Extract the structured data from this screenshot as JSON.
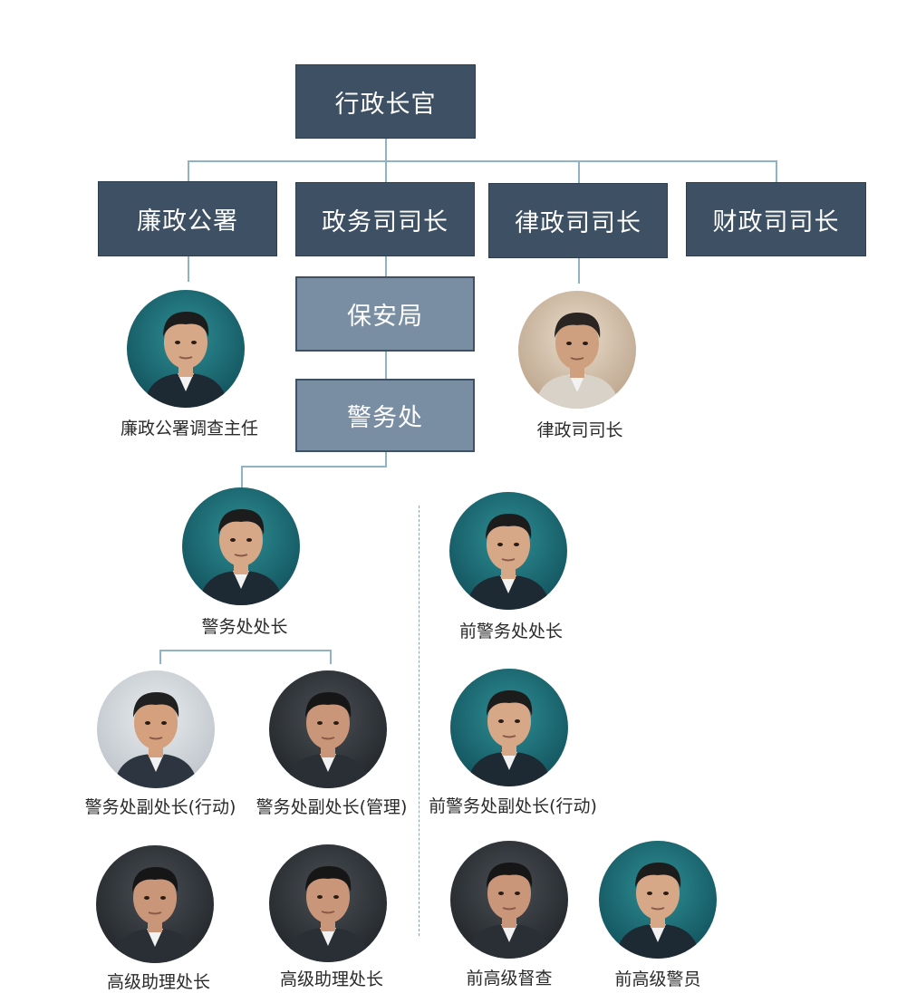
{
  "diagram": {
    "root": {
      "label": "行政长官"
    },
    "level1": [
      {
        "label": "廉政公署"
      },
      {
        "label": "政务司司长"
      },
      {
        "label": "律政司司长"
      },
      {
        "label": "财政司司长"
      }
    ],
    "bureau": {
      "label": "保安局"
    },
    "police": {
      "label": "警务处"
    },
    "people": [
      {
        "caption": "廉政公署调查主任",
        "palette": "teal"
      },
      {
        "caption": "律政司司长",
        "palette": "room"
      },
      {
        "caption": "警务处处长",
        "palette": "teal"
      },
      {
        "caption": "前警务处处长",
        "palette": "teal"
      },
      {
        "caption": "警务处副处长(行动)",
        "palette": "light"
      },
      {
        "caption": "警务处副处长(管理)",
        "palette": "dark"
      },
      {
        "caption": "前警务处副处长(行动)",
        "palette": "teal"
      },
      {
        "caption": "高级助理处长",
        "palette": "dark"
      },
      {
        "caption": "高级助理处长",
        "palette": "dark"
      },
      {
        "caption": "前高级督查",
        "palette": "dark"
      },
      {
        "caption": "前高级警员",
        "palette": "teal"
      }
    ]
  },
  "colors": {
    "box_dark": "#3e5063",
    "box_light": "#7a8ea3",
    "connector": "#8fb3c4"
  },
  "icons": {
    "person": "person-portrait-icon"
  }
}
